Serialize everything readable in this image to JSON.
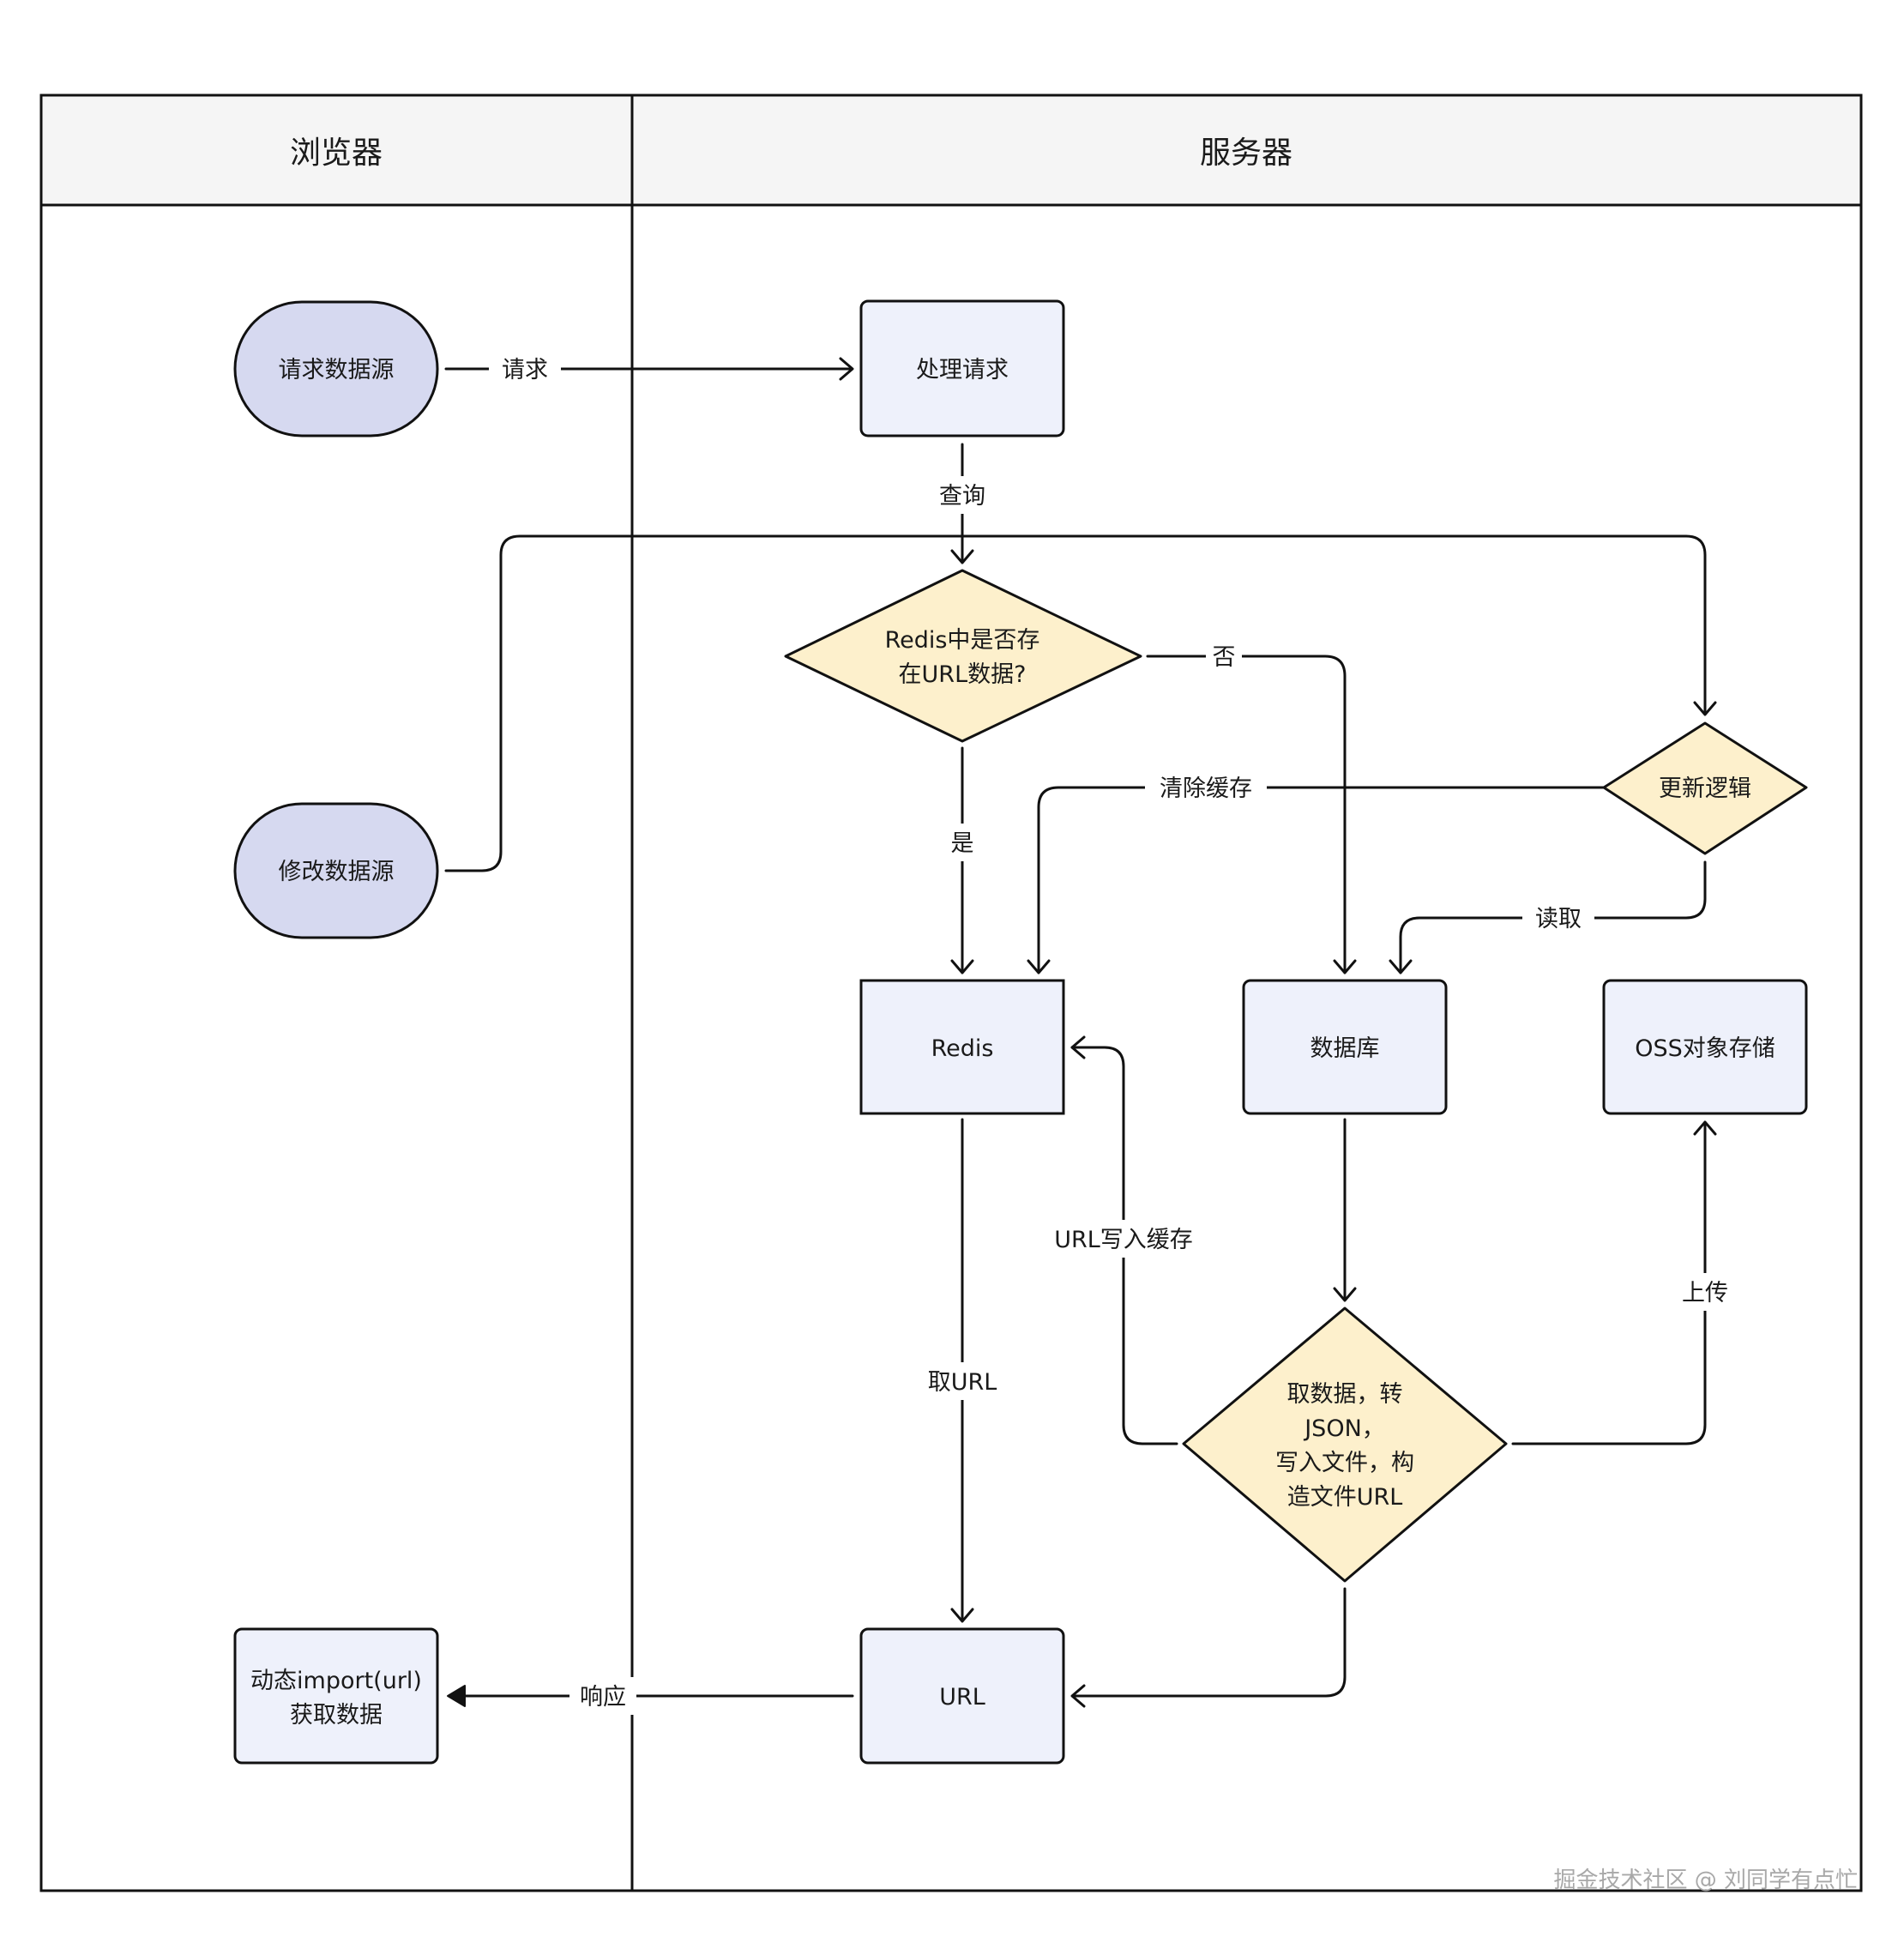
{
  "lanes": {
    "browser": "浏览器",
    "server": "服务器"
  },
  "nodes": {
    "request_source": "请求数据源",
    "modify_source": "修改数据源",
    "dynamic_import_line1": "动态import(url)",
    "dynamic_import_line2": "获取数据",
    "handle_request": "处理请求",
    "redis_check_line1": "Redis中是否存",
    "redis_check_line2": "在URL数据?",
    "update_logic": "更新逻辑",
    "redis": "Redis",
    "database": "数据库",
    "oss": "OSS对象存储",
    "process_line1": "取数据，转",
    "process_line2": "JSON，",
    "process_line3": "写入文件，构",
    "process_line4": "造文件URL",
    "url": "URL"
  },
  "edges": {
    "request": "请求",
    "query": "查询",
    "no": "否",
    "yes": "是",
    "clear_cache": "清除缓存",
    "read": "读取",
    "write_cache": "URL写入缓存",
    "get_url": "取URL",
    "upload": "上传",
    "response": "响应"
  },
  "colors": {
    "terminal_fill": "#d6d9f0",
    "process_fill": "#eef1fb",
    "decision_fill": "#fdf0cc",
    "header_fill": "#f5f5f5",
    "stroke": "#111111"
  },
  "watermark": "掘金技术社区 @ 刘同学有点忙"
}
